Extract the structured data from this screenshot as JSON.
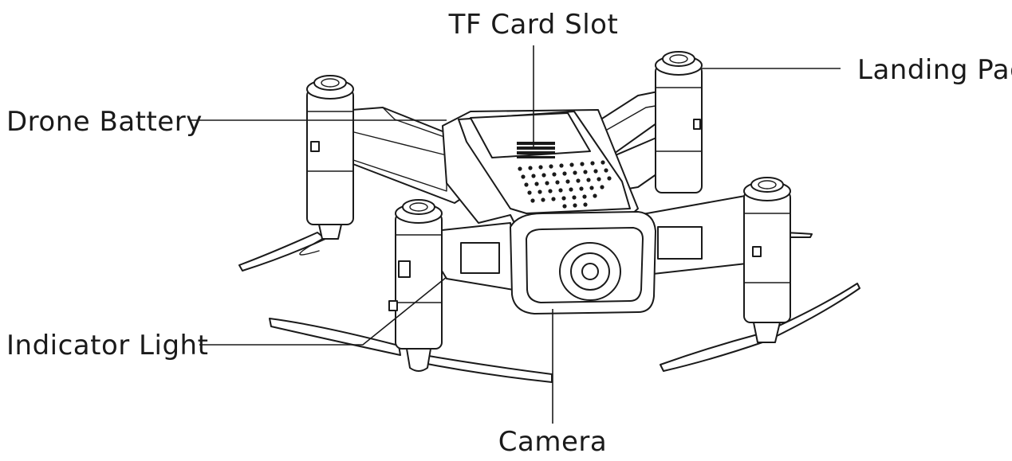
{
  "diagram": {
    "labels": {
      "tf_card_slot": "TF Card Slot",
      "landing_pad": "Landing Pad",
      "drone_battery": "Drone Battery",
      "indicator_light": "Indicator Light",
      "camera": "Camera"
    }
  }
}
